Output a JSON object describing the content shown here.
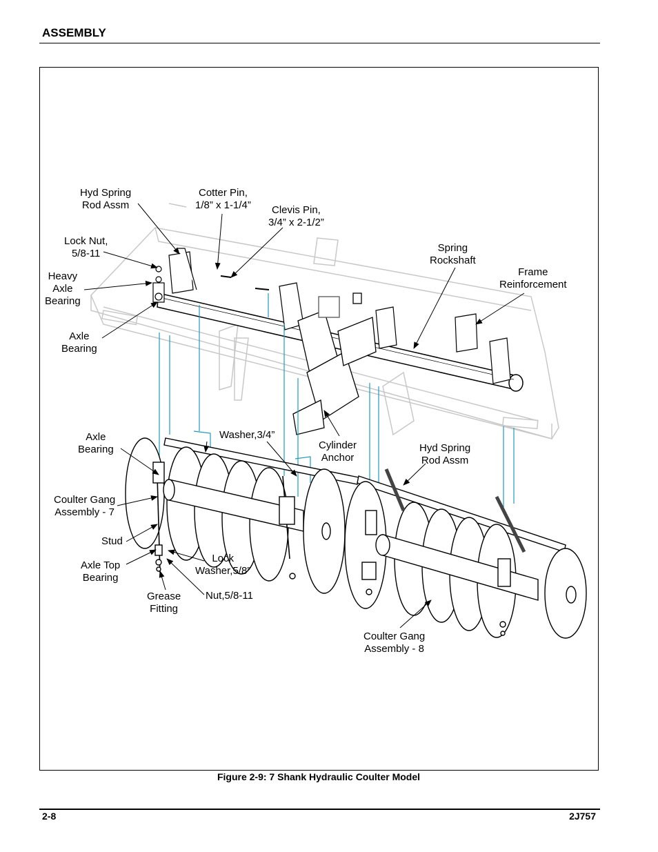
{
  "header": {
    "section": "ASSEMBLY"
  },
  "figure": {
    "caption": "Figure 2-9:  7 Shank Hydraulic Coulter Model",
    "labels": [
      {
        "id": "hyd-spring-rod-top",
        "text": "Hyd Spring\nRod Assm"
      },
      {
        "id": "cotter-pin",
        "text": "Cotter Pin,\n1/8” x 1-1/4”"
      },
      {
        "id": "clevis-pin",
        "text": "Clevis Pin,\n3/4” x 2-1/2”"
      },
      {
        "id": "lock-nut",
        "text": "Lock Nut,\n5/8-11"
      },
      {
        "id": "spring-rockshaft",
        "text": "Spring\nRockshaft"
      },
      {
        "id": "heavy-axle-bearing",
        "text": "Heavy\nAxle\nBearing"
      },
      {
        "id": "frame-reinforcement",
        "text": "Frame\nReinforcement"
      },
      {
        "id": "axle-bearing-top",
        "text": "Axle\nBearing"
      },
      {
        "id": "axle-bearing-lower",
        "text": "Axle\nBearing"
      },
      {
        "id": "washer-3-4",
        "text": "Washer,3/4”"
      },
      {
        "id": "cylinder-anchor",
        "text": "Cylinder\nAnchor"
      },
      {
        "id": "hyd-spring-rod-lower",
        "text": "Hyd Spring\nRod Assm"
      },
      {
        "id": "coulter-gang-7",
        "text": "Coulter Gang\nAssembly - 7"
      },
      {
        "id": "stud",
        "text": "Stud"
      },
      {
        "id": "lock-washer",
        "text": "Lock\nWasher,5/8”"
      },
      {
        "id": "axle-top-bearing",
        "text": "Axle Top\nBearing"
      },
      {
        "id": "grease-fitting",
        "text": "Grease\nFitting"
      },
      {
        "id": "nut-5-8",
        "text": "Nut,5/8-11"
      },
      {
        "id": "coulter-gang-8",
        "text": "Coulter Gang\nAssembly - 8"
      }
    ]
  },
  "footer": {
    "page": "2-8",
    "doc_id": "2J757"
  },
  "colors": {
    "alignment_lines": "#1a9bc4",
    "ink": "#000000"
  }
}
